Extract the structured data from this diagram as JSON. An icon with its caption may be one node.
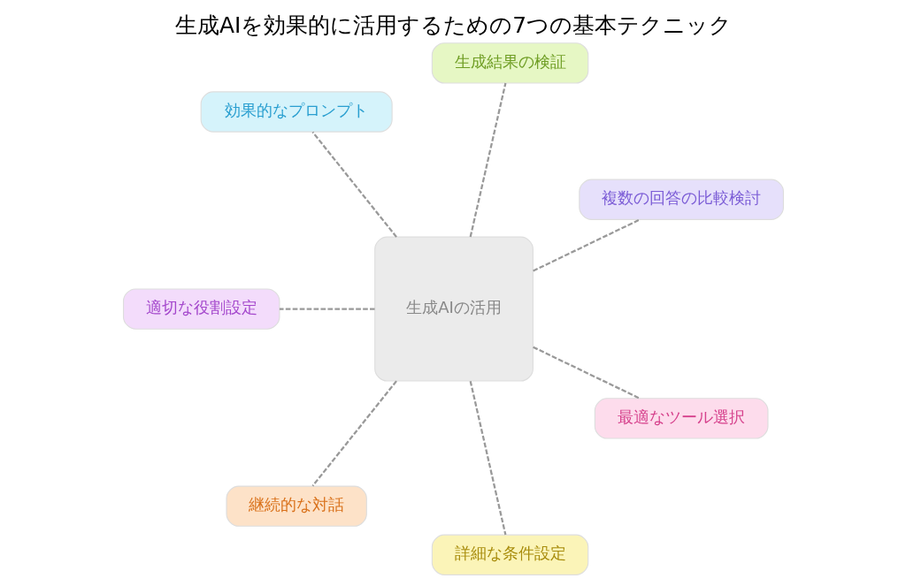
{
  "diagram": {
    "title": "生成AIを効果的に活用するための7つの基本テクニック",
    "nodes": [
      {
        "text": [
          "複数の回答の比較検討"
        ]
      },
      {
        "text": [
          "生成結果の検証"
        ]
      },
      {
        "text": [
          "効果的なプロンプト"
        ]
      },
      {
        "text": [
          "適切な役割設定"
        ]
      },
      {
        "text": [
          "生成AIの活用"
        ]
      },
      {
        "text": [
          "継続的な対話"
        ]
      },
      {
        "text": [
          "詳細な条件設定"
        ]
      },
      {
        "text": [
          "最適なツール選択"
        ]
      }
    ],
    "edges": [
      {
        "from": 4,
        "to": 0,
        "arrow": "none",
        "style": "dashed"
      },
      {
        "from": 4,
        "to": 1,
        "arrow": "none",
        "style": "dashed"
      },
      {
        "from": 4,
        "to": 2,
        "arrow": "none",
        "style": "dashed"
      },
      {
        "from": 4,
        "to": 3,
        "arrow": "none",
        "style": "dashed"
      },
      {
        "from": 4,
        "to": 5,
        "arrow": "none",
        "style": "dashed"
      },
      {
        "from": 4,
        "to": 6,
        "arrow": "none",
        "style": "dashed"
      },
      {
        "from": 4,
        "to": 7,
        "arrow": "none",
        "style": "dashed"
      }
    ]
  }
}
